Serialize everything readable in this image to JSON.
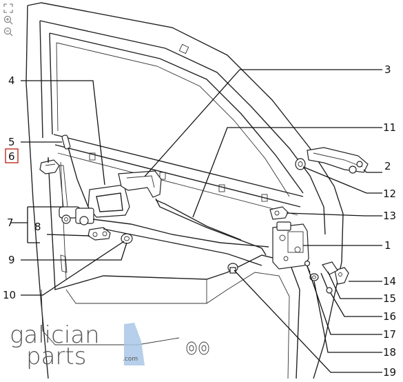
{
  "toolbar": {
    "tools": [
      {
        "name": "fit-to-screen-icon"
      },
      {
        "name": "zoom-in-icon"
      },
      {
        "name": "zoom-out-icon"
      }
    ]
  },
  "callouts": {
    "c1": "1",
    "c2": "2",
    "c3": "3",
    "c4": "4",
    "c5": "5",
    "c6": "6",
    "c7": "7",
    "c8": "8",
    "c9": "9",
    "c10": "10",
    "c11": "11",
    "c12": "12",
    "c13": "13",
    "c14": "14",
    "c15": "15",
    "c16": "16",
    "c17": "17",
    "c18": "18",
    "c19": "19"
  },
  "selected_callout": "6",
  "logo": {
    "line1": "galician",
    "line2": "parts",
    "suffix": ".com"
  },
  "colors": {
    "selected_outline": "#c0392b",
    "logo_accent": "#a9c7e6"
  }
}
